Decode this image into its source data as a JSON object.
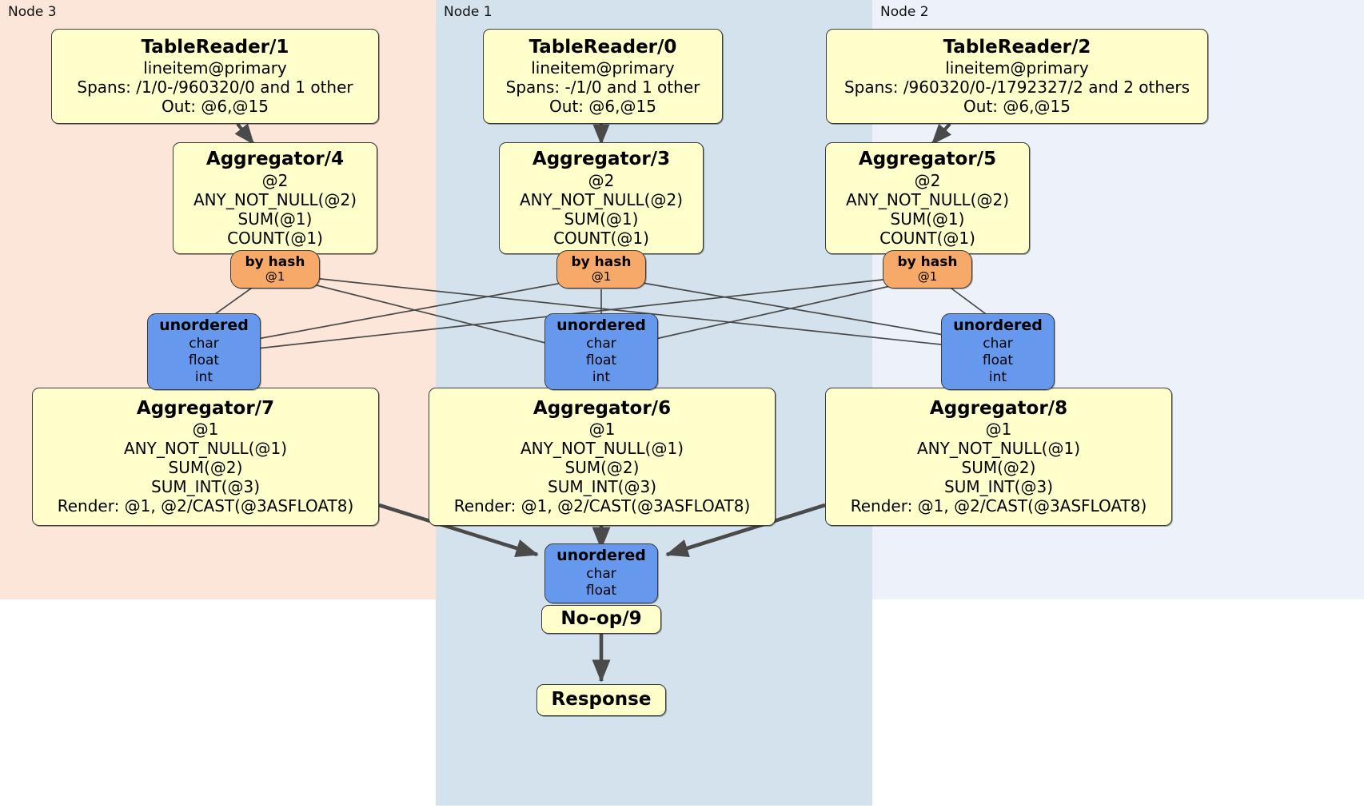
{
  "diagram": {
    "kind": "distributed-query-execution-plan",
    "colors": {
      "node3_panel": "#fce6da",
      "node1_panel": "#d3e2ec",
      "node2_panel": "#edf1fa",
      "processor_box": "#ffffcc",
      "router_box": "#f7a96a",
      "synchronizer_box": "#6699ee",
      "edge": "#4a4a4a",
      "border": "#3b3b3b"
    }
  },
  "panels": [
    {
      "label": "Node 3"
    },
    {
      "label": "Node 1"
    },
    {
      "label": "Node 2"
    }
  ],
  "processors": {
    "tablereader_1": {
      "title": "TableReader/1",
      "lines": [
        "lineitem@primary",
        "Spans: /1/0-/960320/0 and 1 other",
        "Out: @6,@15"
      ]
    },
    "tablereader_0": {
      "title": "TableReader/0",
      "lines": [
        "lineitem@primary",
        "Spans: -/1/0 and 1 other",
        "Out: @6,@15"
      ]
    },
    "tablereader_2": {
      "title": "TableReader/2",
      "lines": [
        "lineitem@primary",
        "Spans: /960320/0-/1792327/2 and 2 others",
        "Out: @6,@15"
      ]
    },
    "aggregator_4": {
      "title": "Aggregator/4",
      "lines": [
        "@2",
        "ANY_NOT_NULL(@2)",
        "SUM(@1)",
        "COUNT(@1)"
      ]
    },
    "aggregator_3": {
      "title": "Aggregator/3",
      "lines": [
        "@2",
        "ANY_NOT_NULL(@2)",
        "SUM(@1)",
        "COUNT(@1)"
      ]
    },
    "aggregator_5": {
      "title": "Aggregator/5",
      "lines": [
        "@2",
        "ANY_NOT_NULL(@2)",
        "SUM(@1)",
        "COUNT(@1)"
      ]
    },
    "aggregator_7": {
      "title": "Aggregator/7",
      "lines": [
        "@1",
        "ANY_NOT_NULL(@1)",
        "SUM(@2)",
        "SUM_INT(@3)",
        "Render: @1, @2/CAST(@3ASFLOAT8)"
      ]
    },
    "aggregator_6": {
      "title": "Aggregator/6",
      "lines": [
        "@1",
        "ANY_NOT_NULL(@1)",
        "SUM(@2)",
        "SUM_INT(@3)",
        "Render: @1, @2/CAST(@3ASFLOAT8)"
      ]
    },
    "aggregator_8": {
      "title": "Aggregator/8",
      "lines": [
        "@1",
        "ANY_NOT_NULL(@1)",
        "SUM(@2)",
        "SUM_INT(@3)",
        "Render: @1, @2/CAST(@3ASFLOAT8)"
      ]
    },
    "noop_9": {
      "title": "No-op/9",
      "lines": []
    },
    "response": {
      "title": "Response",
      "lines": []
    }
  },
  "routers": {
    "by_hash_left": {
      "title": "by hash",
      "lines": [
        "@1"
      ]
    },
    "by_hash_center": {
      "title": "by hash",
      "lines": [
        "@1"
      ]
    },
    "by_hash_right": {
      "title": "by hash",
      "lines": [
        "@1"
      ]
    }
  },
  "synchronizers": {
    "unordered_left": {
      "title": "unordered",
      "lines": [
        "char",
        "float",
        "int"
      ]
    },
    "unordered_center": {
      "title": "unordered",
      "lines": [
        "char",
        "float",
        "int"
      ]
    },
    "unordered_right": {
      "title": "unordered",
      "lines": [
        "char",
        "float",
        "int"
      ]
    },
    "unordered_final": {
      "title": "unordered",
      "lines": [
        "char",
        "float"
      ]
    }
  }
}
